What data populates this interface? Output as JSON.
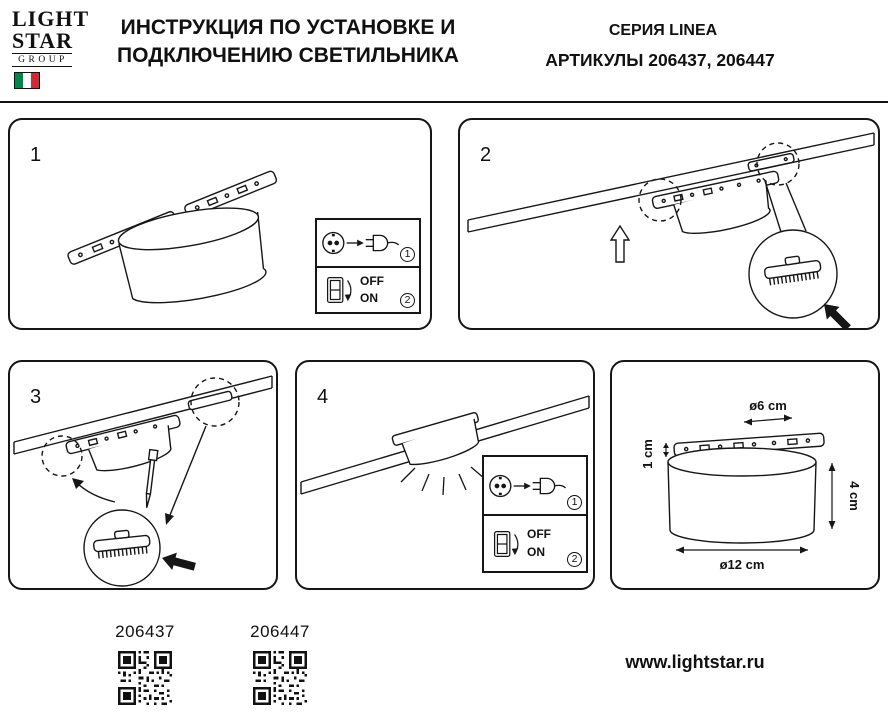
{
  "colors": {
    "ink": "#161616",
    "flag_green": "#00884a",
    "flag_red": "#cf2b36"
  },
  "header": {
    "logo": {
      "word1": "LIGHT",
      "word2": "STAR",
      "word3": "GROUP"
    },
    "title_line1": "ИНСТРУКЦИЯ ПО УСТАНОВКЕ И",
    "title_line2": "ПОДКЛЮЧЕНИЮ СВЕТИЛЬНИКА",
    "series": "СЕРИЯ LINEA",
    "articles": "АРТИКУЛЫ 206437, 206447"
  },
  "panels": {
    "p1": {
      "number": "1"
    },
    "p2": {
      "number": "2"
    },
    "p3": {
      "number": "3"
    },
    "p4": {
      "number": "4"
    }
  },
  "steps": {
    "one": "1",
    "two": "2",
    "off": "OFF",
    "on": "ON"
  },
  "dimensions": {
    "connector_diameter": "ø6 cm",
    "connector_height": "1 cm",
    "body_height": "4 cm",
    "body_diameter": "ø12 cm"
  },
  "footer": {
    "article_left": "206437",
    "article_right": "206447",
    "website": "www.lightstar.ru"
  }
}
